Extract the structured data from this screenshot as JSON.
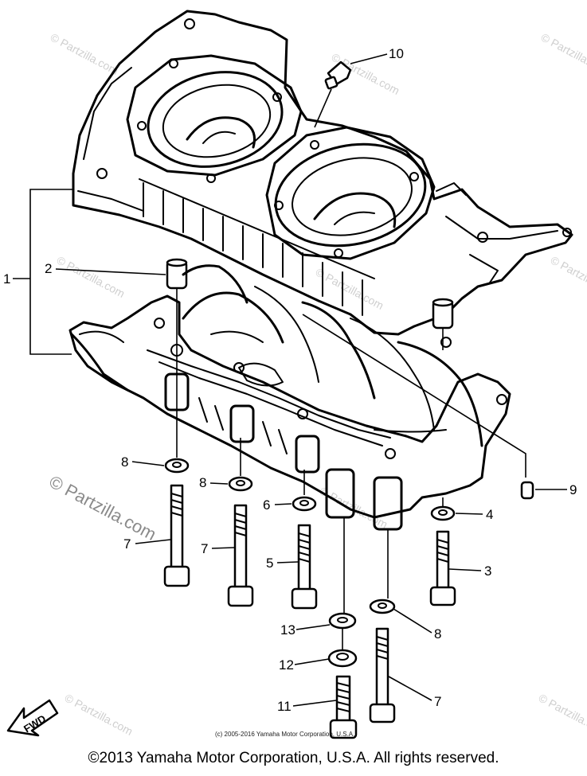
{
  "callouts": [
    {
      "id": "c1",
      "label": "1"
    },
    {
      "id": "c2",
      "label": "2"
    },
    {
      "id": "c3",
      "label": "3"
    },
    {
      "id": "c4",
      "label": "4"
    },
    {
      "id": "c5",
      "label": "5"
    },
    {
      "id": "c6",
      "label": "6"
    },
    {
      "id": "c7a",
      "label": "7"
    },
    {
      "id": "c7b",
      "label": "7"
    },
    {
      "id": "c7c",
      "label": "7"
    },
    {
      "id": "c8a",
      "label": "8"
    },
    {
      "id": "c8b",
      "label": "8"
    },
    {
      "id": "c8c",
      "label": "8"
    },
    {
      "id": "c9",
      "label": "9"
    },
    {
      "id": "c10",
      "label": "10"
    },
    {
      "id": "c11",
      "label": "11"
    },
    {
      "id": "c12",
      "label": "12"
    },
    {
      "id": "c13",
      "label": "13"
    }
  ],
  "fwd_label": "FWD",
  "watermark": "© Partzilla.com",
  "small_copyright": "(c) 2005-2016 Yamaha Motor Corporation, U.S.A.",
  "copyright": "©2013 Yamaha Motor Corporation, U.S.A. All rights reserved."
}
